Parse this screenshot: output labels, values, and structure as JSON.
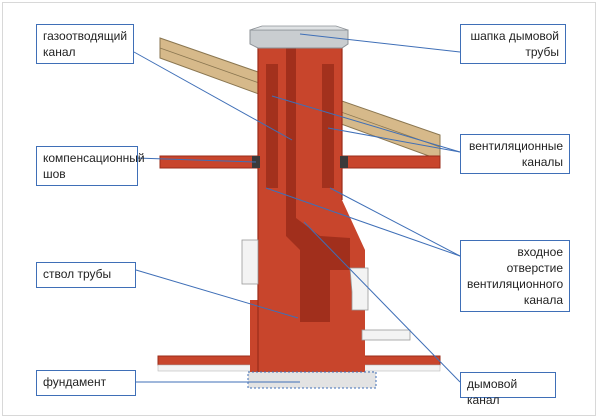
{
  "labels": {
    "gas_channel": [
      "газоотводящий",
      "канал"
    ],
    "chimney_cap": [
      "шапка дымовой",
      "трубы"
    ],
    "ventilation_channels": [
      "вентиляционные",
      "каналы"
    ],
    "compensation_seam": [
      "компенсационный",
      "шов"
    ],
    "vent_inlet": [
      "входное отверстие",
      "вентиляционного",
      "канала"
    ],
    "pipe_trunk": [
      "ствол трубы"
    ],
    "foundation": [
      "фундамент"
    ],
    "smoke_channel": [
      "дымовой канал"
    ]
  },
  "colors": {
    "brick": "#c8452c",
    "brick_dark": "#9a2c1a",
    "cap": "#c9cdd0",
    "roof": "#d6b98a",
    "leader": "#3f6fb7",
    "white_block": "#f3f3f3",
    "foundation": "#e3e3e3"
  }
}
